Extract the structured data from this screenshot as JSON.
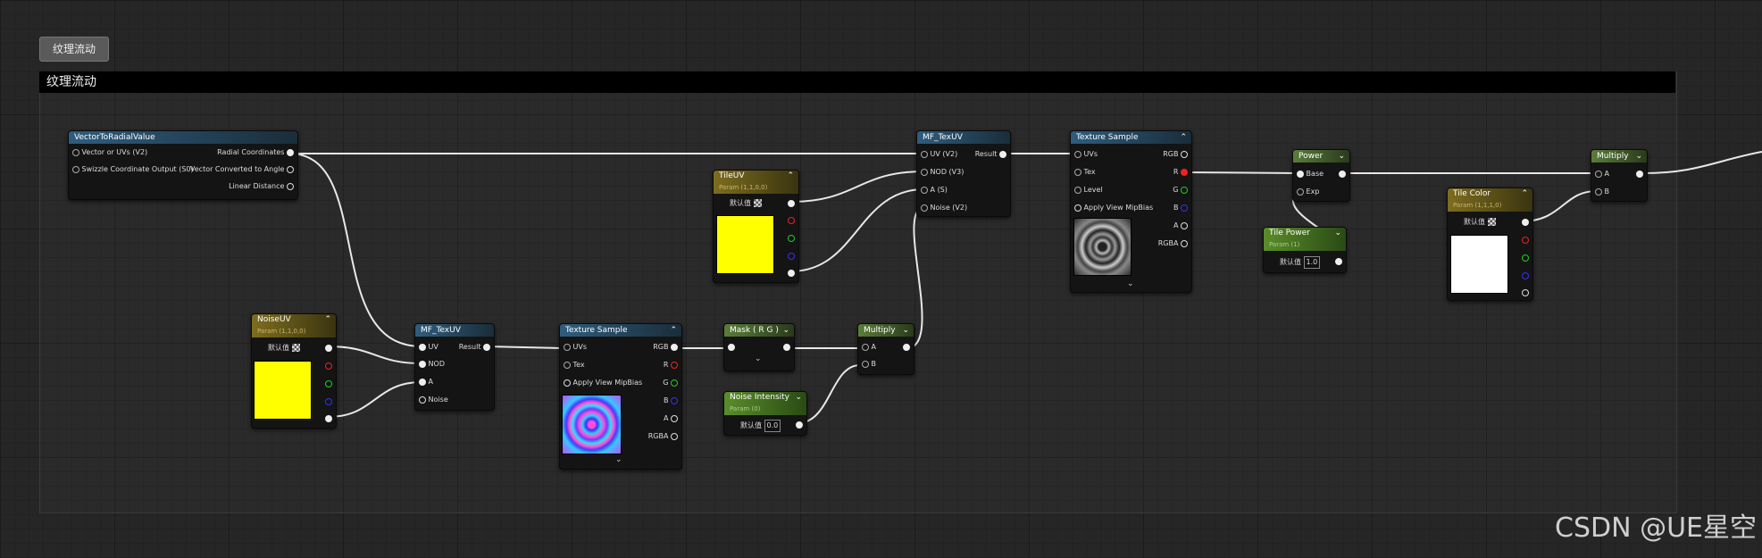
{
  "comment": {
    "tab_label": "纹理流动",
    "bar_title": "纹理流动"
  },
  "watermark": "CSDN @UE星空",
  "default_label": "默认值",
  "nodes": {
    "vector_radial": {
      "title": "VectorToRadialValue",
      "inputs": [
        "Vector or UVs (V2)",
        "Swizzle Coordinate Output (S0)"
      ],
      "outputs": [
        "Radial Coordinates",
        "Vector Converted to Angle",
        "Linear Distance"
      ]
    },
    "noise_uv": {
      "title": "NoiseUV",
      "subtitle": "Param (1,1,0,0)",
      "color": "#ffff00"
    },
    "tex_uv_bottom": {
      "title": "MF_TexUV",
      "inputs": [
        "UV",
        "NOD",
        "A",
        "Noise"
      ],
      "output": "Result"
    },
    "texture_sample_bottom": {
      "title": "Texture Sample",
      "inputs": [
        "UVs",
        "Tex",
        "Apply View MipBias"
      ],
      "outputs": [
        "RGB",
        "R",
        "G",
        "B",
        "A",
        "RGBA"
      ]
    },
    "mask_rg": {
      "title": "Mask ( R G )"
    },
    "noise_intensity": {
      "title": "Noise Intensity",
      "subtitle": "Param (0)",
      "value": "0.0"
    },
    "multiply_bottom": {
      "title": "Multiply",
      "inputs": [
        "A",
        "B"
      ]
    },
    "tile_uv": {
      "title": "TileUV",
      "subtitle": "Param (1,1,0,0)",
      "color": "#ffff00"
    },
    "tex_uv_top": {
      "title": "MF_TexUV",
      "inputs": [
        "UV (V2)",
        "NOD (V3)",
        "A (S)",
        "Noise (V2)"
      ],
      "output": "Result"
    },
    "texture_sample_top": {
      "title": "Texture Sample",
      "inputs": [
        "UVs",
        "Tex",
        "Level",
        "Apply View MipBias"
      ],
      "outputs": [
        "RGB",
        "R",
        "G",
        "B",
        "A",
        "RGBA"
      ]
    },
    "power": {
      "title": "Power",
      "inputs": [
        "Base",
        "Exp"
      ]
    },
    "tile_power": {
      "title": "Tile Power",
      "subtitle": "Param (1)",
      "value": "1.0"
    },
    "tile_color": {
      "title": "Tile Color",
      "subtitle": "Param (1,1,1,0)",
      "color": "#ffffff"
    },
    "multiply_top": {
      "title": "Multiply",
      "inputs": [
        "A",
        "B"
      ]
    }
  }
}
